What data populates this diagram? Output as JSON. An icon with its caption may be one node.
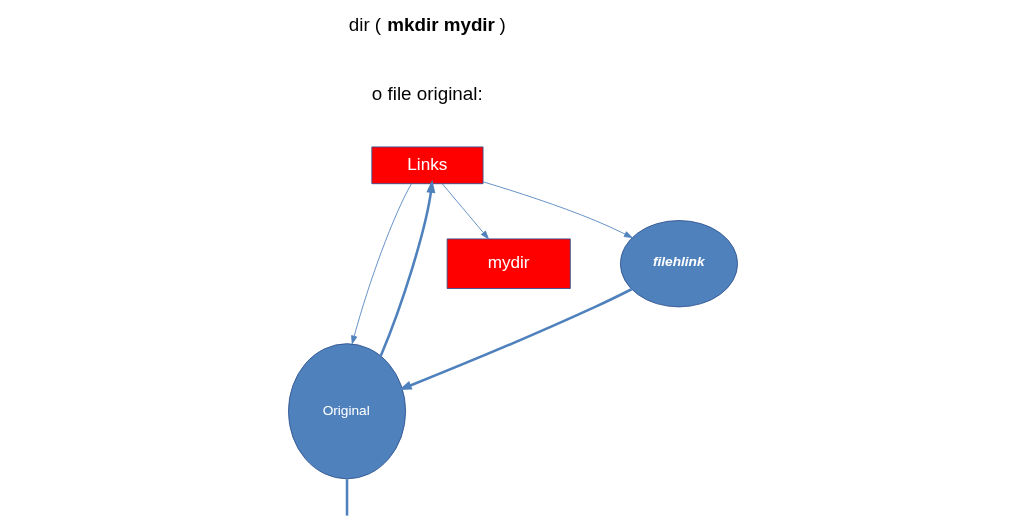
{
  "diagram": {
    "nodes": [
      {
        "text": [
          "Links"
        ]
      },
      {
        "text": [
          "Original"
        ]
      },
      {
        "text": [
          "mydir"
        ]
      },
      {
        "text": [
          "filehlink"
        ]
      }
    ],
    "edges": [
      {
        "from": 0,
        "to": 1,
        "arrow": "to"
      },
      {
        "from": 1,
        "to": 0,
        "arrow": "to",
        "style": "thick"
      },
      {
        "from": 0,
        "to": 3,
        "arrow": "to"
      },
      {
        "from": 0,
        "to": 2,
        "arrow": "to"
      },
      {
        "from": 3,
        "to": 1,
        "arrow": "to",
        "style": "thick"
      },
      {
        "from": 1,
        "to": null,
        "arrow": "none",
        "style": "thick"
      }
    ],
    "labels": [
      "dir ( **mkdir mydir** )",
      "o file original:"
    ]
  }
}
